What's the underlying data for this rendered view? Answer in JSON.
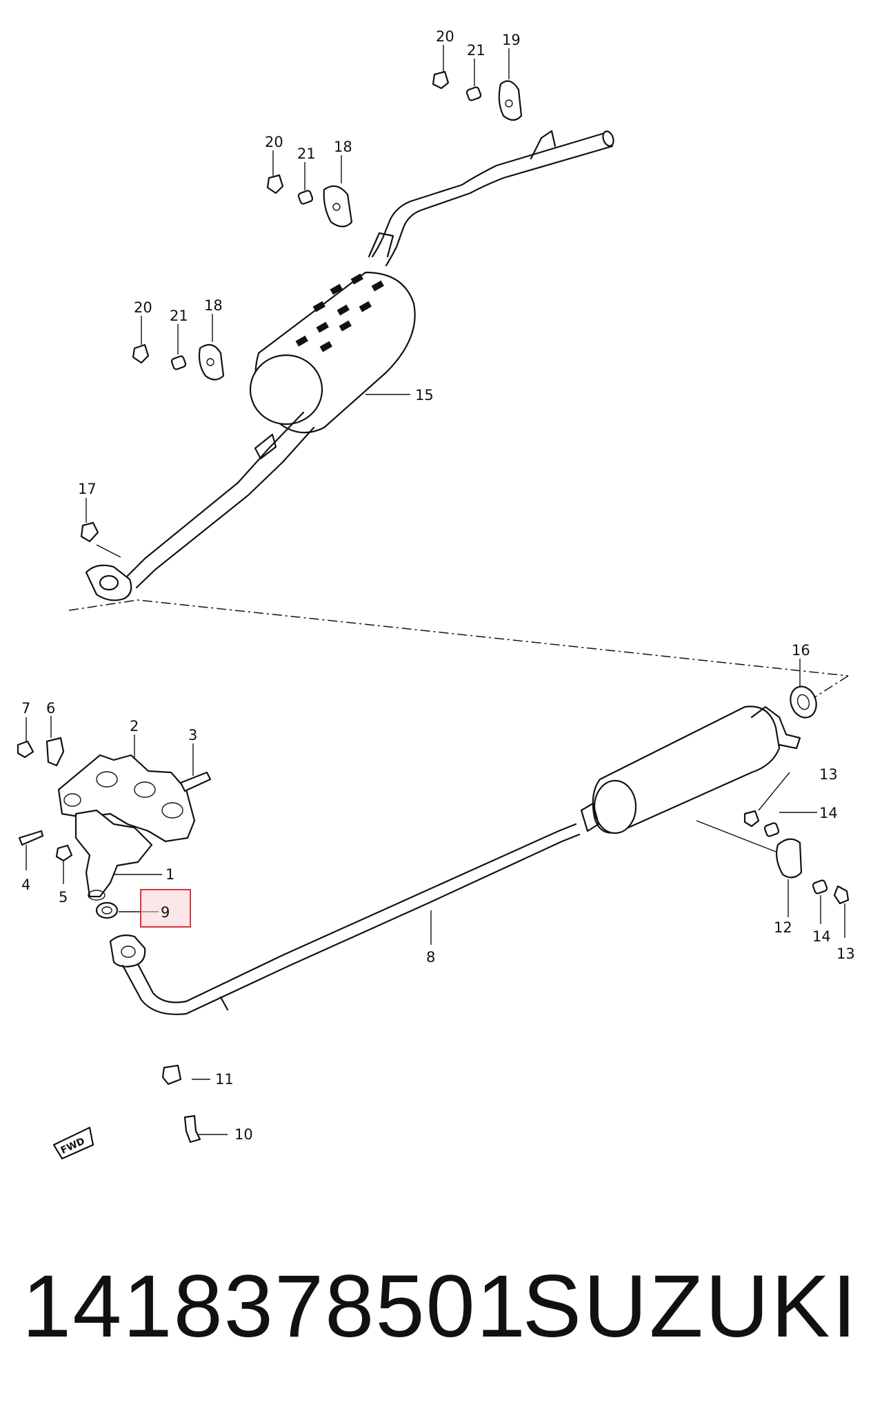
{
  "diagram": {
    "callouts": {
      "c1": "1",
      "c2": "2",
      "c3": "3",
      "c4": "4",
      "c5": "5",
      "c6": "6",
      "c7": "7",
      "c8": "8",
      "c9": "9",
      "c10": "10",
      "c11": "11",
      "c12": "12",
      "c13a": "13",
      "c13b": "13",
      "c14a": "14",
      "c14b": "14",
      "c15": "15",
      "c16": "16",
      "c17": "17",
      "c18a": "18",
      "c18b": "18",
      "c19": "19",
      "c20a": "20",
      "c20b": "20",
      "c20c": "20",
      "c21a": "21",
      "c21b": "21",
      "c21c": "21"
    },
    "fwd_marker": "FWD",
    "highlight": {
      "part": "9",
      "color": "#e0323c",
      "fill": "#f7d2d6"
    }
  },
  "footer": {
    "part_number": "1418378501",
    "brand": "SUZUKI"
  }
}
